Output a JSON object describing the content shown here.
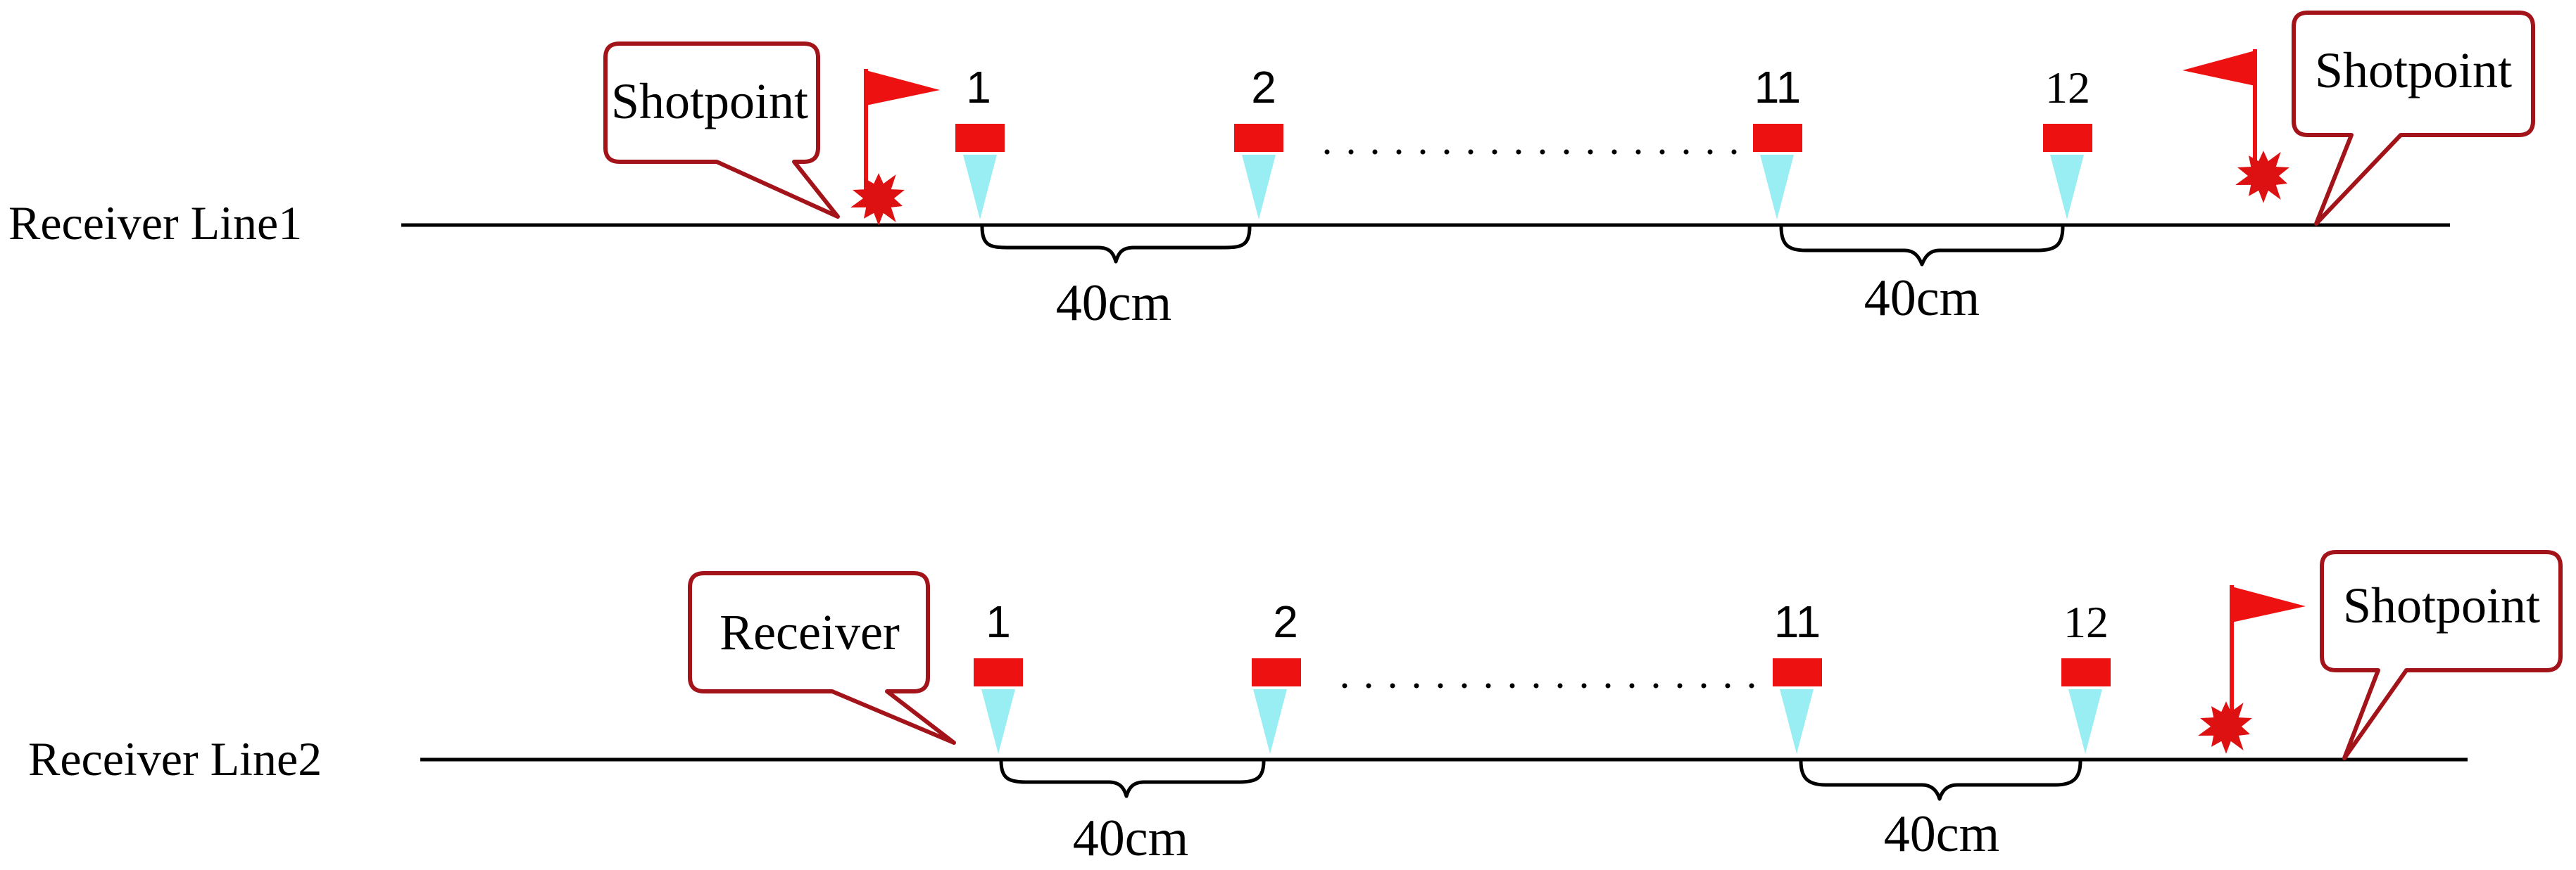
{
  "colors": {
    "receiver_top": "#ee1111",
    "receiver_spike": "#99eef4",
    "flag": "#ee1111",
    "burst": "#dd1111",
    "callout_border": "#a3141a",
    "line": "#000000"
  },
  "lines": [
    {
      "label": "Receiver Line1",
      "receivers": [
        {
          "number": "1"
        },
        {
          "number": "2"
        },
        {
          "number": "11"
        },
        {
          "number": "12"
        }
      ],
      "spacing_labels": [
        "40cm",
        "40cm"
      ],
      "callouts": [
        {
          "text": "Shotpoint"
        },
        {
          "text": "Shotpoint"
        }
      ],
      "icons": [
        "flag-icon",
        "burst-icon",
        "flag-icon",
        "burst-icon"
      ]
    },
    {
      "label": "Receiver Line2",
      "receivers": [
        {
          "number": "1"
        },
        {
          "number": "2"
        },
        {
          "number": "11"
        },
        {
          "number": "12"
        }
      ],
      "spacing_labels": [
        "40cm",
        "40cm"
      ],
      "callouts": [
        {
          "text": "Receiver"
        },
        {
          "text": "Shotpoint"
        }
      ],
      "icons": [
        "flag-icon",
        "burst-icon"
      ]
    }
  ]
}
